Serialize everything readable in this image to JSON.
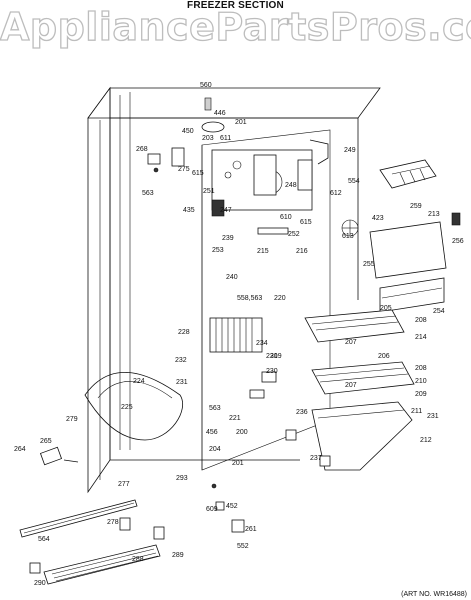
{
  "header": {
    "watermark": "AppliancePartsPros.com",
    "section_title": "FREEZER SECTION"
  },
  "footer": {
    "art_no": "(ART NO. WR16488)"
  },
  "part_labels": [
    "560",
    "446",
    "450",
    "201",
    "203",
    "611",
    "268",
    "275",
    "563",
    "615",
    "251",
    "249",
    "248",
    "612",
    "554",
    "423",
    "213",
    "259",
    "256",
    "435",
    "247",
    "610",
    "615",
    "613",
    "252",
    "239",
    "253",
    "215",
    "216",
    "255",
    "254",
    "240",
    "558,563",
    "220",
    "228",
    "234",
    "205",
    "208",
    "214",
    "219",
    "207",
    "230",
    "232",
    "230",
    "231",
    "224",
    "206",
    "208",
    "210",
    "209",
    "207",
    "225",
    "563",
    "221",
    "236",
    "211",
    "231",
    "279",
    "456",
    "200",
    "212",
    "264",
    "265",
    "204",
    "201",
    "237",
    "293",
    "277",
    "609",
    "452",
    "278",
    "261",
    "564",
    "552",
    "288",
    "289",
    "290"
  ]
}
